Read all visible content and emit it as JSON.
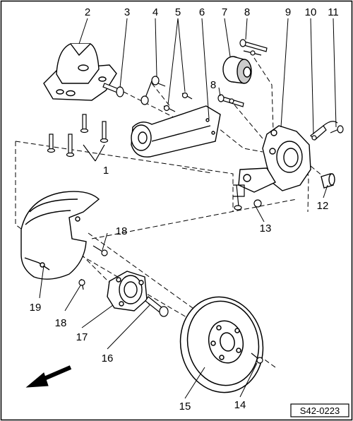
{
  "part_numbers": {
    "p1": "1",
    "p2": "2",
    "p3": "3",
    "p4": "4",
    "p5": "5",
    "p6": "6",
    "p7": "7",
    "p8a": "8",
    "p8b": "8",
    "p9": "9",
    "p10": "10",
    "p11": "11",
    "p12": "12",
    "p13": "13",
    "p14": "14",
    "p15": "15",
    "p16": "16",
    "p17": "17",
    "p18a": "18",
    "p18b": "18",
    "p19": "19"
  },
  "figure_code": "S42-0223"
}
